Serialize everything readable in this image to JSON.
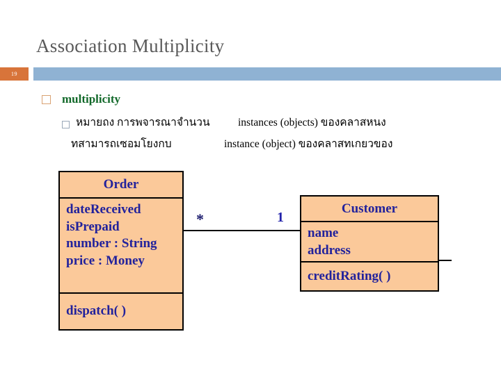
{
  "slide": {
    "title": "Association Multiplicity",
    "page_number": "19",
    "accent_orange": "#d8743a",
    "accent_blue": "#8fb2d3",
    "class_fill": "#fbc99a",
    "class_text": "#22229c",
    "bullet_text_color": "#12692a"
  },
  "bullets": {
    "level1": {
      "marker": "hollow-square-bullet",
      "label": "multiplicity"
    },
    "level2": {
      "marker": "hollow-square-bullet",
      "line1_thai": "หมายถง  การพจารณาจำนวน",
      "line1_rest": "instances (objects) ของคลาสหนง",
      "line2_thai": "ทสามารถเซอมโยงกบ",
      "line2_rest": "instance (object) ของคลาสทเกยวของ"
    }
  },
  "uml": {
    "order": {
      "name": "Order",
      "attributes": [
        "dateReceived",
        "isPrepaid",
        "number : String",
        "price : Money"
      ],
      "operations": [
        "dispatch( )"
      ]
    },
    "customer": {
      "name": "Customer",
      "attributes": [
        "name",
        "address"
      ],
      "operations": [
        "creditRating( )"
      ]
    },
    "association": {
      "multiplicity_left": "*",
      "multiplicity_right": "1"
    }
  }
}
